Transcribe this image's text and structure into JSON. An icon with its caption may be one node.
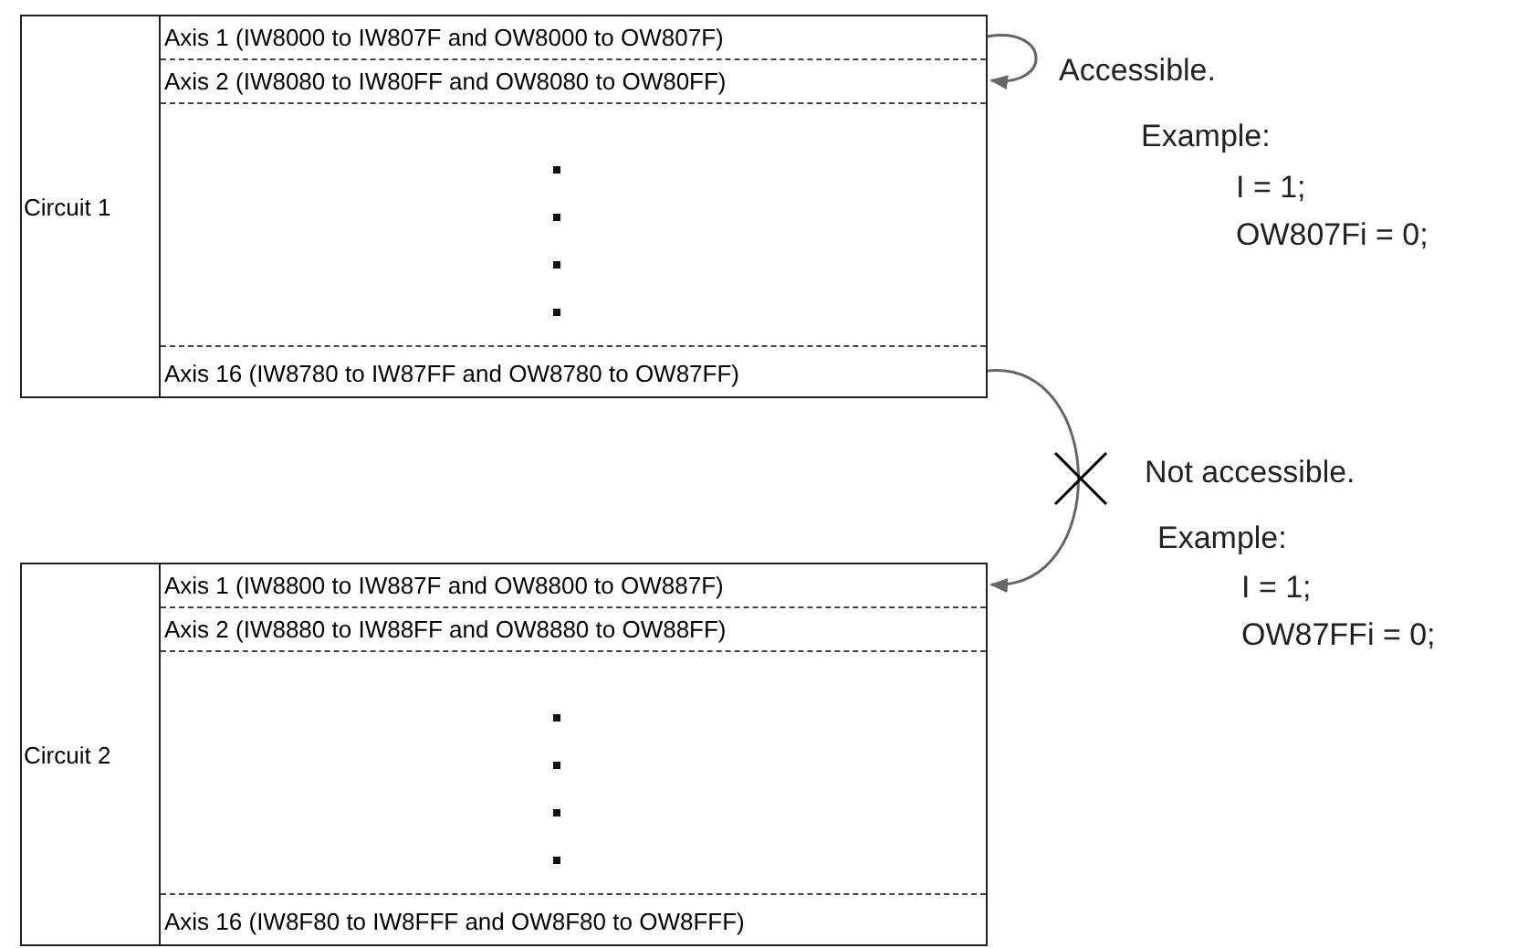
{
  "diagram": {
    "nodes": [
      {
        "text": [
          "Circuit 1"
        ]
      },
      {
        "text": [
          "Axis 1 (IW8000 to IW807F and OW8000 to OW807F)"
        ],
        "in": 0
      },
      {
        "text": [
          "Axis 2 (IW8080 to IW80FF and OW8080 to OW80FF)"
        ],
        "in": 0
      },
      {
        "text": [
          "Axis 16 (IW8780 to IW87FF and OW8780 to OW87FF)"
        ],
        "in": 0
      },
      {
        "text": [
          "Circuit 2"
        ]
      },
      {
        "text": [
          "Axis 1 (IW8800 to IW887F and OW8800 to OW887F)"
        ],
        "in": 4
      },
      {
        "text": [
          "Axis 2 (IW8880 to IW88FF and OW8880 to OW88FF)"
        ],
        "in": 4
      },
      {
        "text": [
          "Axis 16 (IW8F80 to IW8FFF and OW8F80 to OW8FFF)"
        ],
        "in": 4
      }
    ],
    "edges": [
      {
        "from": 1,
        "to": 2,
        "arrow": "to"
      },
      {
        "from": 3,
        "to": 5,
        "arrow": "to"
      }
    ],
    "labels": [
      "Accessible.",
      "Example:",
      "I = 1;",
      "OW807Fi = 0;",
      "Not accessible.",
      "Example:",
      "I = 1;",
      "OW87FFi = 0;"
    ]
  }
}
